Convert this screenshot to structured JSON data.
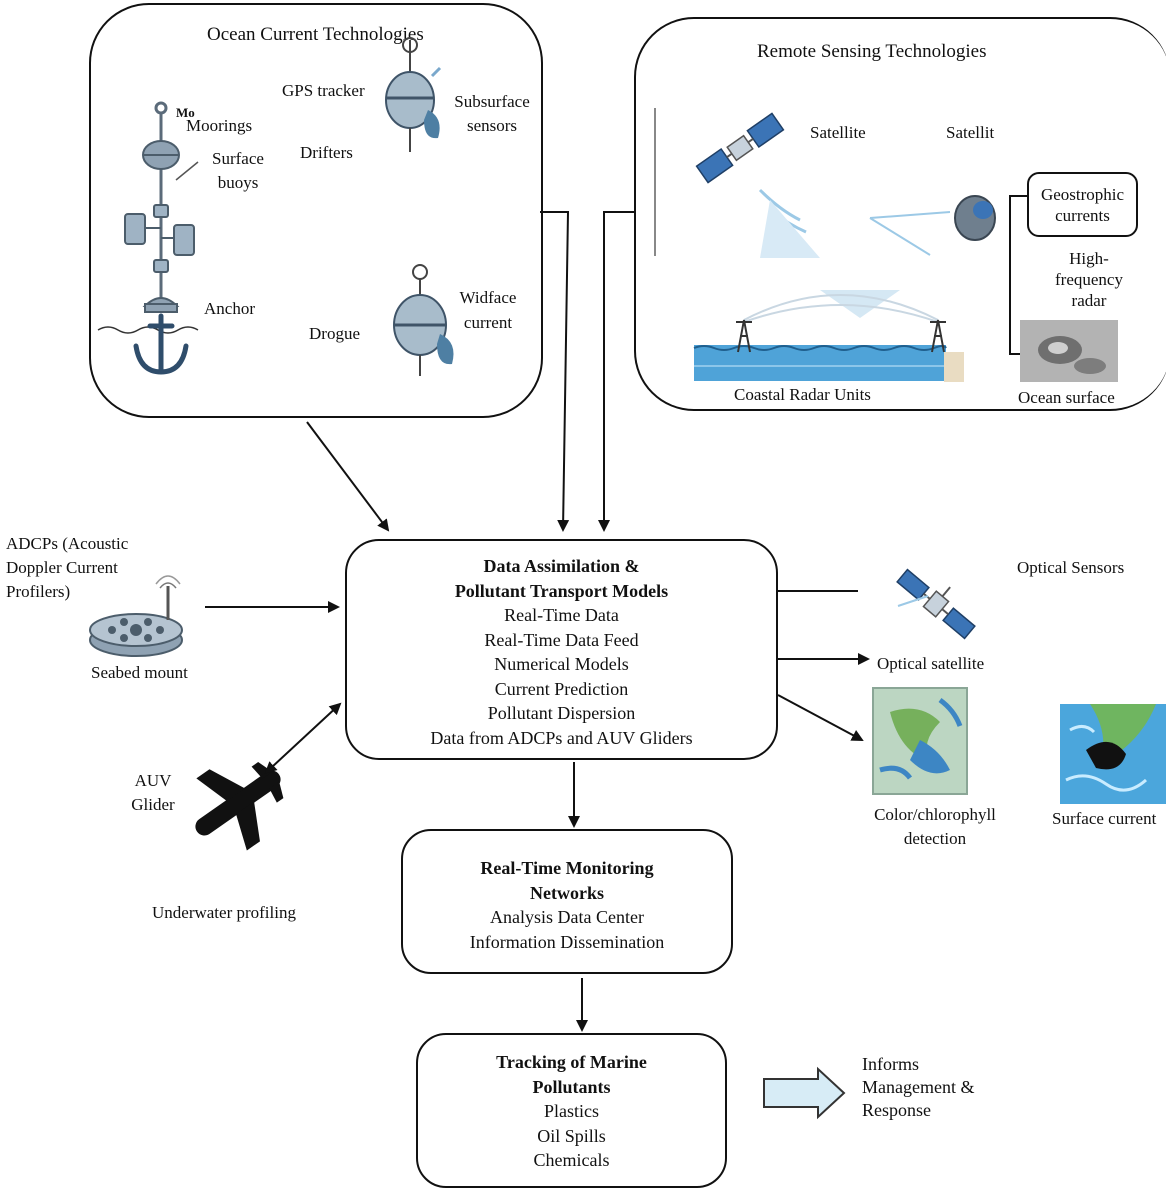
{
  "ocean_panel": {
    "title": "Ocean Current Technologies",
    "mooring_tag": "Mo",
    "moorings": "Moorings",
    "surface_buoys": [
      "Surface",
      "buoys"
    ],
    "anchor": "Anchor",
    "gps_tracker": "GPS tracker",
    "subsurface_sensors": [
      "Subsurface",
      "sensors"
    ],
    "drifters": "Drifters",
    "drogue": "Drogue",
    "widface_current": [
      "Widface",
      "current"
    ]
  },
  "remote_panel": {
    "title": "Remote Sensing Technologies",
    "satellite": "Satellite",
    "satellit": "Satellit",
    "geostrophic": [
      "Geostrophic",
      "currents"
    ],
    "hf_radar": [
      "High-",
      "frequency",
      "radar"
    ],
    "coastal_radar": "Coastal Radar Units",
    "ocean_surface": "Ocean surface"
  },
  "left_side": {
    "adcp": [
      "ADCPs (Acoustic",
      "Doppler Current",
      "Profilers)"
    ],
    "seabed_mount": "Seabed mount",
    "auv": [
      "AUV",
      "Glider"
    ],
    "underwater_profiling": "Underwater profiling"
  },
  "right_side": {
    "optical_sensors": "Optical Sensors",
    "optical_satellite": "Optical satellite",
    "chlorophyll": [
      "Color/chlorophyll",
      "detection"
    ],
    "surface_current": "Surface current"
  },
  "assimilation": {
    "title": [
      "Data Assimilation &",
      "Pollutant Transport Models"
    ],
    "items": [
      "Real-Time Data",
      "Real-Time Data Feed",
      "Numerical Models",
      "Current Prediction",
      "Pollutant Dispersion",
      "Data from ADCPs and AUV Gliders"
    ]
  },
  "monitoring": {
    "title": [
      "Real-Time Monitoring",
      "Networks"
    ],
    "items": [
      "Analysis Data Center",
      "Information Dissemination"
    ]
  },
  "tracking": {
    "title": [
      "Tracking of Marine",
      "Pollutants"
    ],
    "items": [
      "Plastics",
      "Oil Spills",
      "Chemicals"
    ]
  },
  "informs": [
    "Informs",
    "Management &",
    "Response"
  ]
}
